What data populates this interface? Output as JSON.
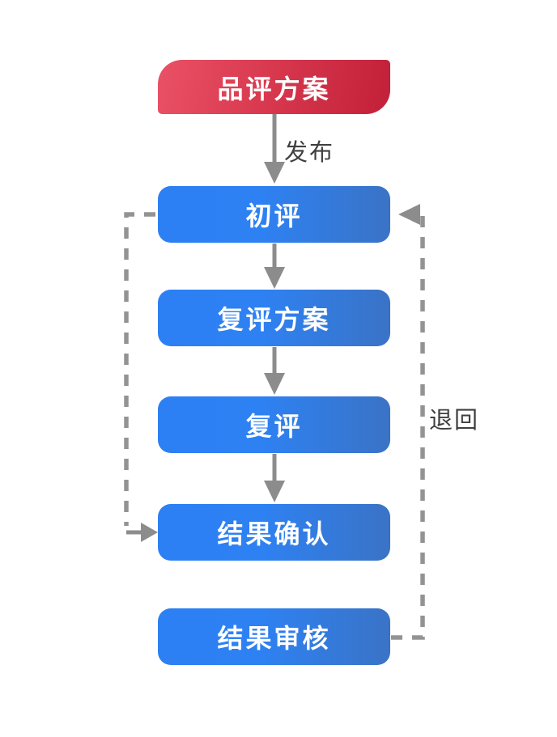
{
  "diagram": {
    "type": "flowchart",
    "nodes": [
      {
        "id": "evaluation-plan",
        "label": "品评方案",
        "shape": "asymmetric-rounded",
        "color_from": "#EA5166",
        "color_to": "#C22038",
        "text_color": "#FFFFFF"
      },
      {
        "id": "initial-evaluation",
        "label": "初评",
        "shape": "rounded-rect",
        "color_from": "#2C80F4",
        "color_to": "#3A73C6",
        "text_color": "#FFFFFF"
      },
      {
        "id": "re-evaluation-plan",
        "label": "复评方案",
        "shape": "rounded-rect",
        "color_from": "#2C80F4",
        "color_to": "#3A73C6",
        "text_color": "#FFFFFF"
      },
      {
        "id": "re-evaluation",
        "label": "复评",
        "shape": "rounded-rect",
        "color_from": "#2C80F4",
        "color_to": "#3A73C6",
        "text_color": "#FFFFFF"
      },
      {
        "id": "result-confirmation",
        "label": "结果确认",
        "shape": "rounded-rect",
        "color_from": "#2C80F4",
        "color_to": "#3A73C6",
        "text_color": "#FFFFFF"
      },
      {
        "id": "result-review",
        "label": "结果审核",
        "shape": "rounded-rect",
        "color_from": "#2C80F4",
        "color_to": "#3A73C6",
        "text_color": "#FFFFFF"
      }
    ],
    "edges": [
      {
        "from": "evaluation-plan",
        "to": "initial-evaluation",
        "label": "发布",
        "style": "solid",
        "direction": "down"
      },
      {
        "from": "initial-evaluation",
        "to": "re-evaluation-plan",
        "label": "",
        "style": "solid",
        "direction": "down"
      },
      {
        "from": "re-evaluation-plan",
        "to": "re-evaluation",
        "label": "",
        "style": "solid",
        "direction": "down"
      },
      {
        "from": "re-evaluation",
        "to": "result-confirmation",
        "label": "",
        "style": "solid",
        "direction": "down"
      },
      {
        "from": "initial-evaluation",
        "to": "result-confirmation",
        "label": "",
        "style": "dashed",
        "direction": "left-side-skip"
      },
      {
        "from": "result-review",
        "to": "initial-evaluation",
        "label": "退回",
        "style": "dashed",
        "direction": "right-side-return"
      }
    ],
    "colors": {
      "connector": "#8C8C8C",
      "edge_label_text": "#3F3F3F",
      "background": "#FFFFFF"
    }
  }
}
